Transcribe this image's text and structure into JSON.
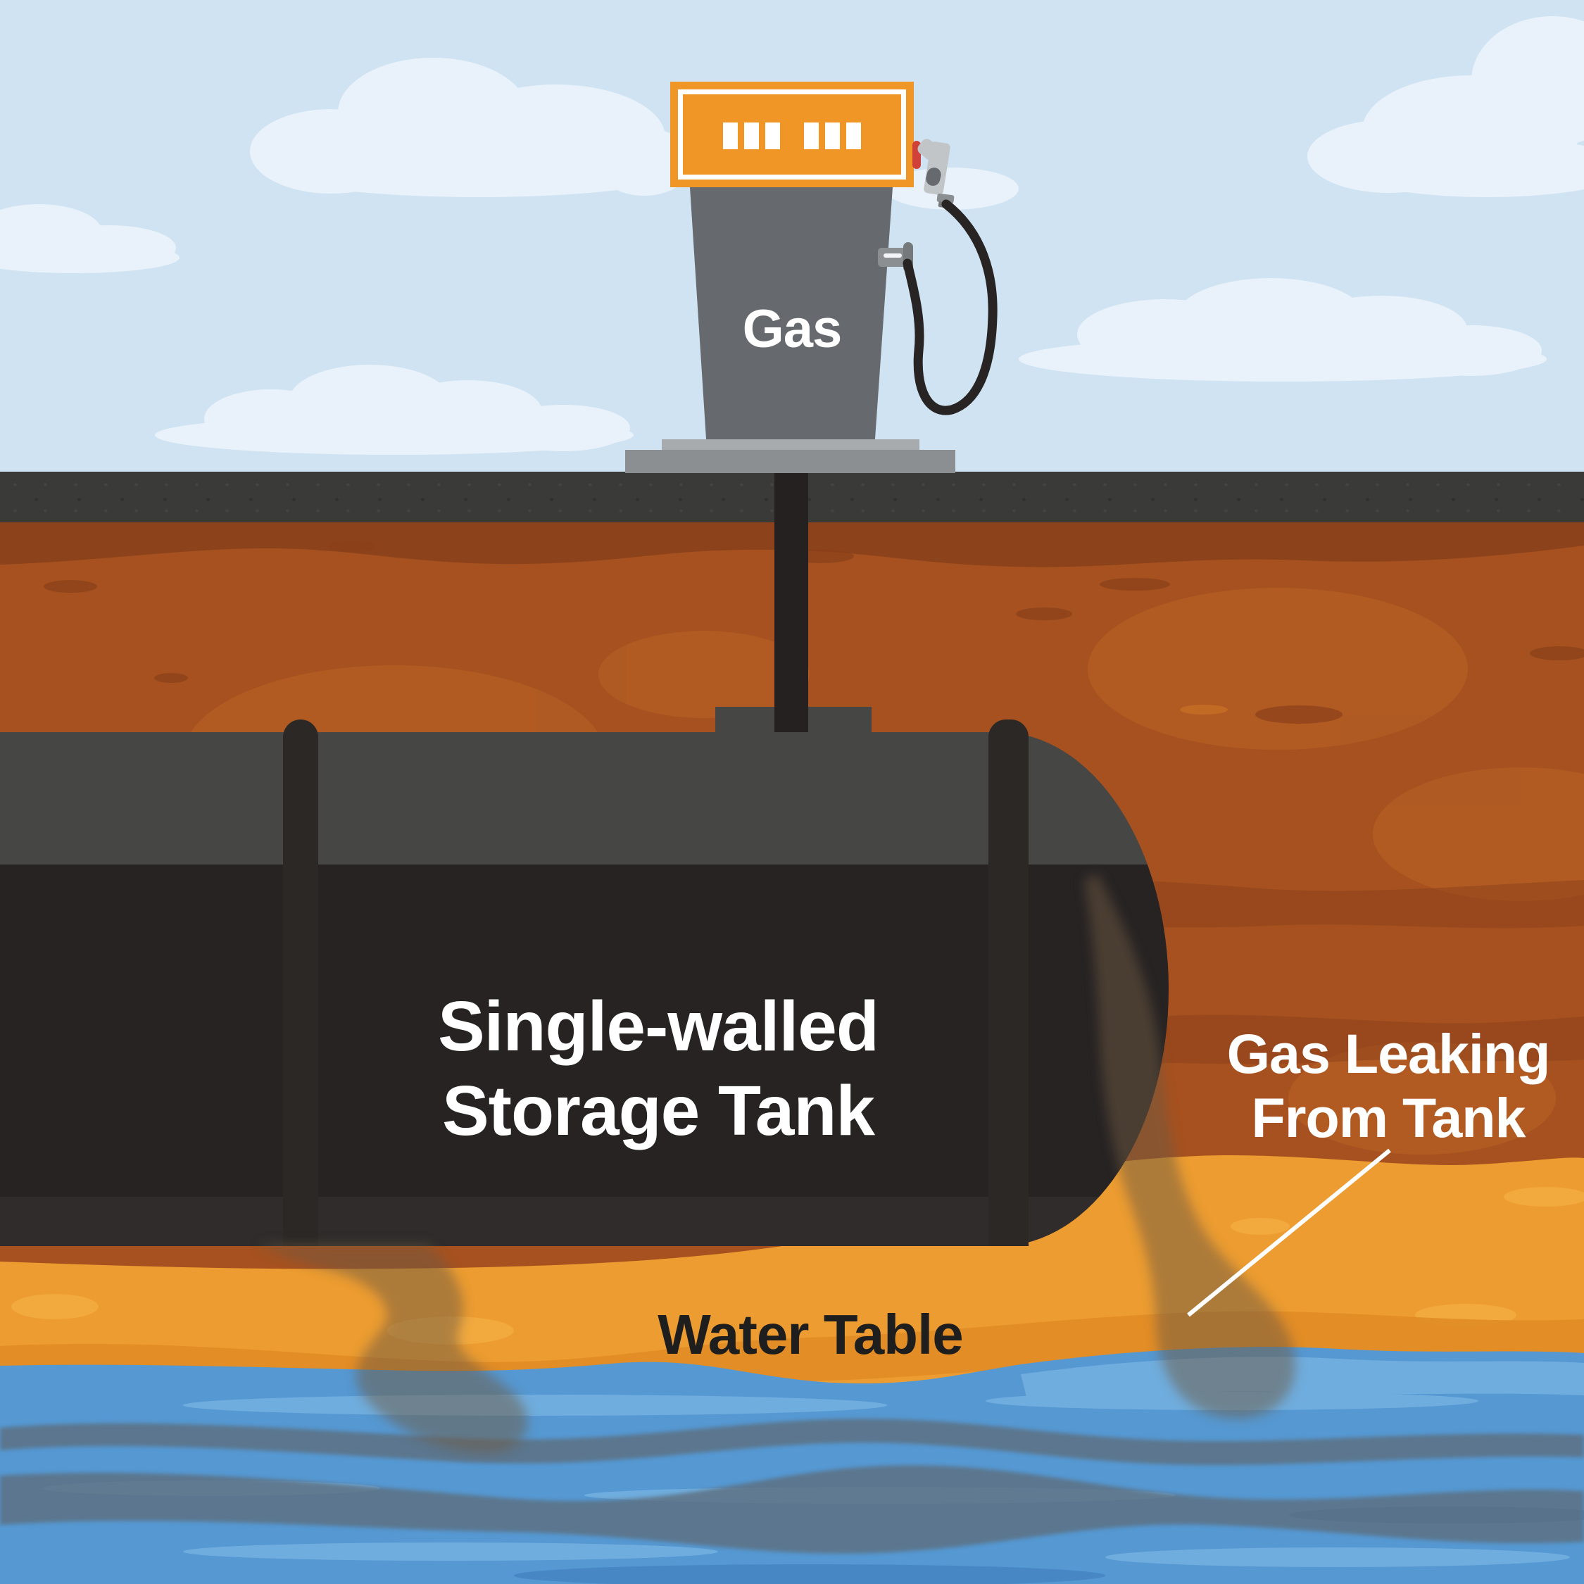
{
  "scene": {
    "description": "Cartoon cross-section diagram: gas pump above ground, leaking single-walled underground storage tank contaminating the water table"
  },
  "pump": {
    "brand_label": "Gas",
    "display_segment_count": 6
  },
  "labels": {
    "tank_line1": "Single-walled",
    "tank_line2": "Storage Tank",
    "leak_line1": "Gas Leaking",
    "leak_line2": "From Tank",
    "water_table": "Water Table"
  },
  "colors": {
    "sky": "#cfe3f2",
    "cloud": "#e9f2fa",
    "asphalt": "#3a3a38",
    "soil_rust": "#a6511f",
    "soil_rust_dark": "#8a4019",
    "soil_rust_light": "#b25c24",
    "soil_rust_spot": "#c06a24",
    "soil_amber": "#ec9c30",
    "soil_amber_light": "#f2a93e",
    "soil_amber_dark": "#e18c26",
    "water": "#5598d2",
    "water_light": "#6fadde",
    "water_dark": "#4484c2",
    "plume_gray": "#5d6e7e",
    "plume_brown": "#6e5a42",
    "tank_top": "#464644",
    "tank_body": "#272323",
    "tank_bottom": "#2f2c2b",
    "pipe": "#2b2826",
    "pipe_dark": "#242120",
    "pump_body": "#66696d",
    "pump_orange": "#f09627",
    "metal_light": "#a7abae",
    "metal_mid": "#8b8f92",
    "metal_dark": "#75797c",
    "nozzle": "#c2c5c8",
    "nozzle_red": "#d0413a",
    "hose": "#282424",
    "label_white": "#ffffff",
    "label_dark": "#1e1e1e"
  }
}
